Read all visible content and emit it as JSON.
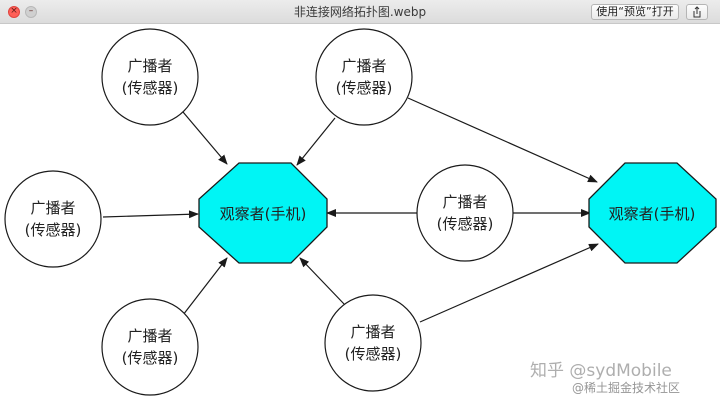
{
  "window": {
    "title": "非连接网络拓扑图.webp",
    "open_with_button": "使用“预览”打开",
    "close_glyph": "×",
    "minimize_glyph": "–",
    "share_icon": "share-icon"
  },
  "diagram": {
    "broadcasters": [
      {
        "line1": "广播者",
        "line2": "(传感器)"
      },
      {
        "line1": "广播者",
        "line2": "(传感器)"
      },
      {
        "line1": "广播者",
        "line2": "(传感器)"
      },
      {
        "line1": "广播者",
        "line2": "(传感器)"
      },
      {
        "line1": "广播者",
        "line2": "(传感器)"
      },
      {
        "line1": "广播者",
        "line2": "(传感器)"
      }
    ],
    "observers": [
      {
        "label": "观察者(手机)"
      },
      {
        "label": "观察者(手机)"
      }
    ],
    "colors": {
      "observer_fill": "#00f5f5",
      "stroke": "#1a1a1a",
      "circle_fill": "#ffffff",
      "text": "#222222"
    }
  },
  "watermark": {
    "line1": "知乎 @sydMobile",
    "line2": "@稀土掘金技术社区"
  }
}
